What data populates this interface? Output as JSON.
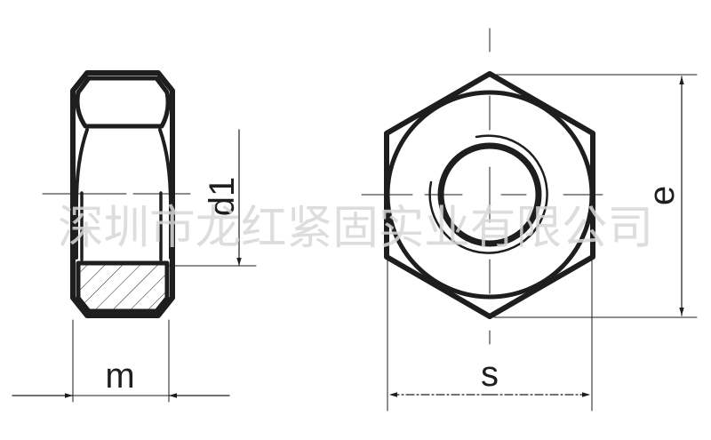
{
  "drawing": {
    "subject": "Hex nut technical drawing",
    "views": [
      "side-section-view",
      "front-view"
    ],
    "dimensions": {
      "m": "m",
      "d1": "d1",
      "s": "s",
      "e": "e"
    },
    "watermark": "深圳市龙红紧固实业有限公司",
    "colors": {
      "line": "#1e1e1e",
      "background": "#ffffff",
      "watermark": "#d8d8d8"
    }
  }
}
